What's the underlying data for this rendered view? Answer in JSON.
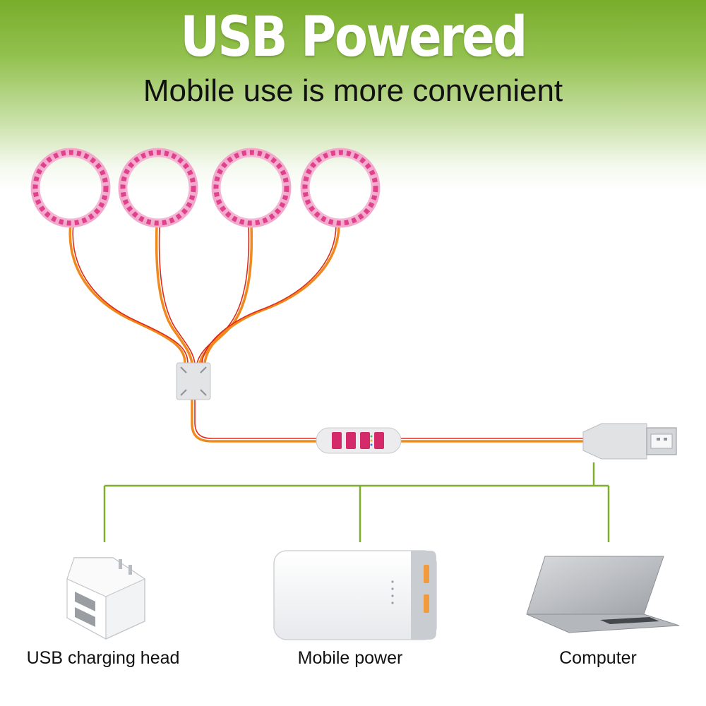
{
  "header": {
    "title": "USB Powered",
    "subtitle": "Mobile use is more convenient"
  },
  "devices": [
    {
      "label": "USB charging head",
      "icon": "usb-charger-icon"
    },
    {
      "label": "Mobile power",
      "icon": "power-bank-icon"
    },
    {
      "label": "Computer",
      "icon": "laptop-icon"
    }
  ],
  "colors": {
    "banner_green": "#78ad2b",
    "led_pink": "#e0418c",
    "wire_orange": "#f08a1c",
    "wire_red": "#e02a1a",
    "connector_line": "#7fae2e"
  }
}
